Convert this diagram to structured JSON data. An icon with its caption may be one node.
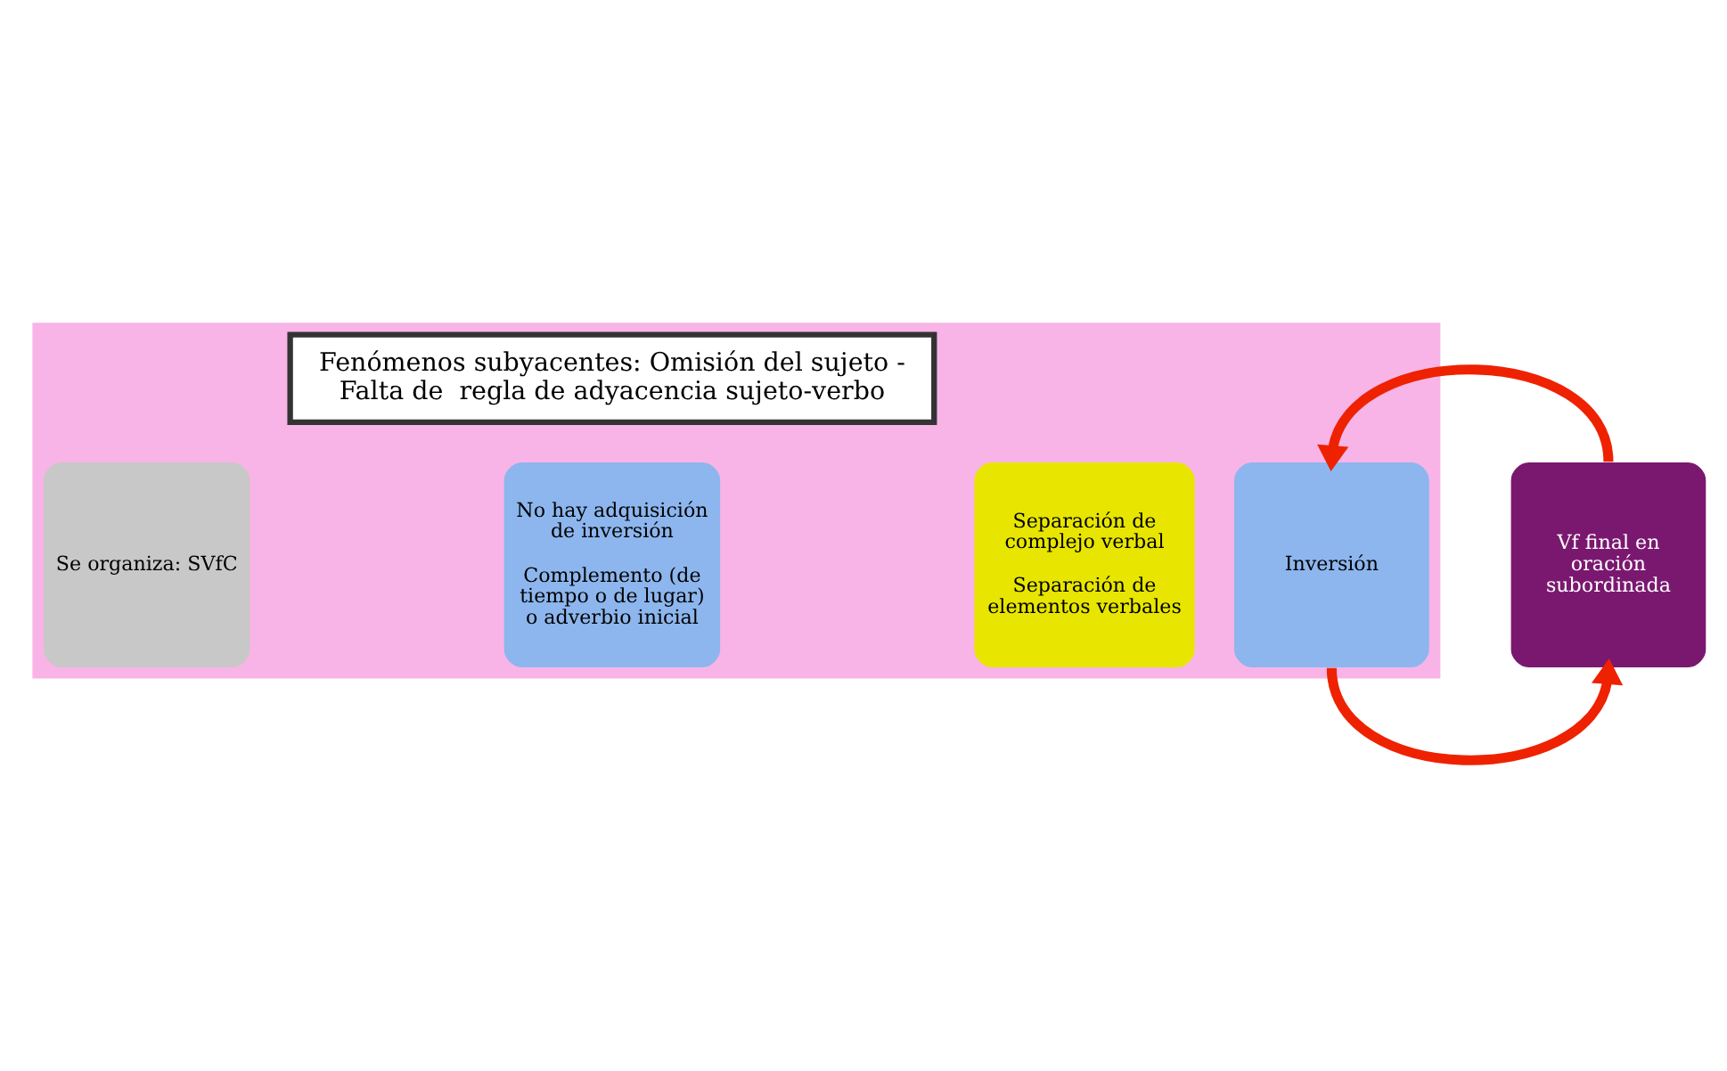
{
  "diagram": {
    "nodes": [
      {
        "text": [],
        "shape": "arrow"
      },
      {
        "text": [
          "Se organiza: SVfC"
        ],
        "in": 0
      },
      {
        "text": [
          "No hay adquisición de inversión",
          "Complemento (de tiempo o de lugar) o adverbio inicial"
        ],
        "in": 0
      },
      {
        "text": [
          "Separación de complejo verbal",
          "Separación de elementos verbales"
        ],
        "in": 0
      },
      {
        "text": [
          "Inversión"
        ],
        "in": 0
      },
      {
        "text": [
          "Vf final en oración subordinada"
        ]
      },
      {
        "text": [
          "Fenómenos subyacentes: Omisión del sujeto - Falta de  regla de adyacencia sujeto-verbo"
        ],
        "in": 0
      }
    ],
    "edges": [
      {
        "from": 4,
        "to": 5,
        "arrow": "to"
      },
      {
        "from": 5,
        "to": 4,
        "arrow": "to"
      }
    ]
  }
}
